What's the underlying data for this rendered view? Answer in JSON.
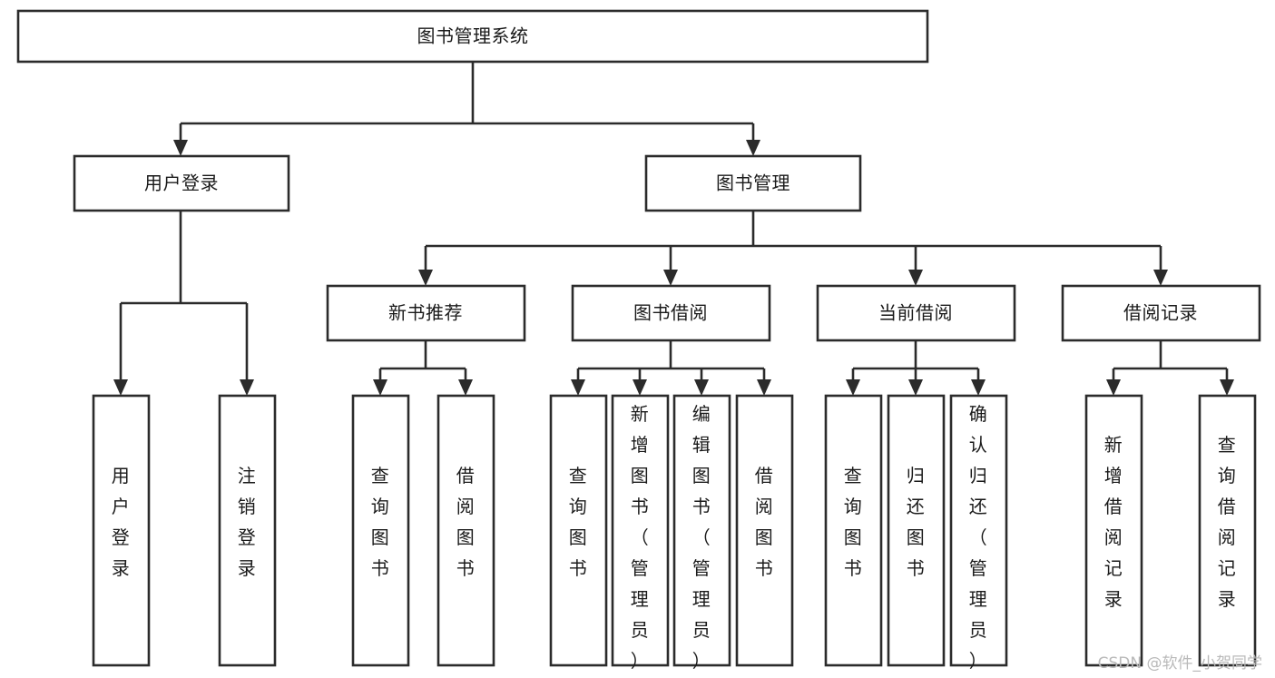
{
  "diagram": {
    "type": "tree",
    "title": "图书管理系统",
    "orientation": "top-down",
    "background_color": "#ffffff",
    "line_color": "#2b2b2b",
    "text_color": "#1a1a1a",
    "nodes": {
      "root": {
        "label": "图书管理系统",
        "orientation": "horizontal"
      },
      "level1": [
        {
          "label": "用户登录",
          "orientation": "horizontal"
        },
        {
          "label": "图书管理",
          "orientation": "horizontal"
        }
      ],
      "level2": [
        {
          "label": "新书推荐",
          "orientation": "horizontal"
        },
        {
          "label": "图书借阅",
          "orientation": "horizontal"
        },
        {
          "label": "当前借阅",
          "orientation": "horizontal"
        },
        {
          "label": "借阅记录",
          "orientation": "horizontal"
        }
      ],
      "leaves": [
        {
          "label": "用户登录",
          "orientation": "vertical",
          "parent": "用户登录"
        },
        {
          "label": "注销登录",
          "orientation": "vertical",
          "parent": "用户登录"
        },
        {
          "label": "查询图书",
          "orientation": "vertical",
          "parent": "新书推荐"
        },
        {
          "label": "借阅图书",
          "orientation": "vertical",
          "parent": "新书推荐"
        },
        {
          "label": "查询图书",
          "orientation": "vertical",
          "parent": "图书借阅"
        },
        {
          "label": "新增图书（管理员）",
          "orientation": "vertical",
          "parent": "图书借阅"
        },
        {
          "label": "编辑图书（管理员）",
          "orientation": "vertical",
          "parent": "图书借阅"
        },
        {
          "label": "借阅图书",
          "orientation": "vertical",
          "parent": "图书借阅"
        },
        {
          "label": "查询图书",
          "orientation": "vertical",
          "parent": "当前借阅"
        },
        {
          "label": "归还图书",
          "orientation": "vertical",
          "parent": "当前借阅"
        },
        {
          "label": "确认归还（管理员）",
          "orientation": "vertical",
          "parent": "当前借阅"
        },
        {
          "label": "新增借阅记录",
          "orientation": "vertical",
          "parent": "借阅记录"
        },
        {
          "label": "查询借阅记录",
          "orientation": "vertical",
          "parent": "借阅记录"
        }
      ]
    }
  },
  "watermark": {
    "text": "CSDN @软件_小贺同学"
  }
}
